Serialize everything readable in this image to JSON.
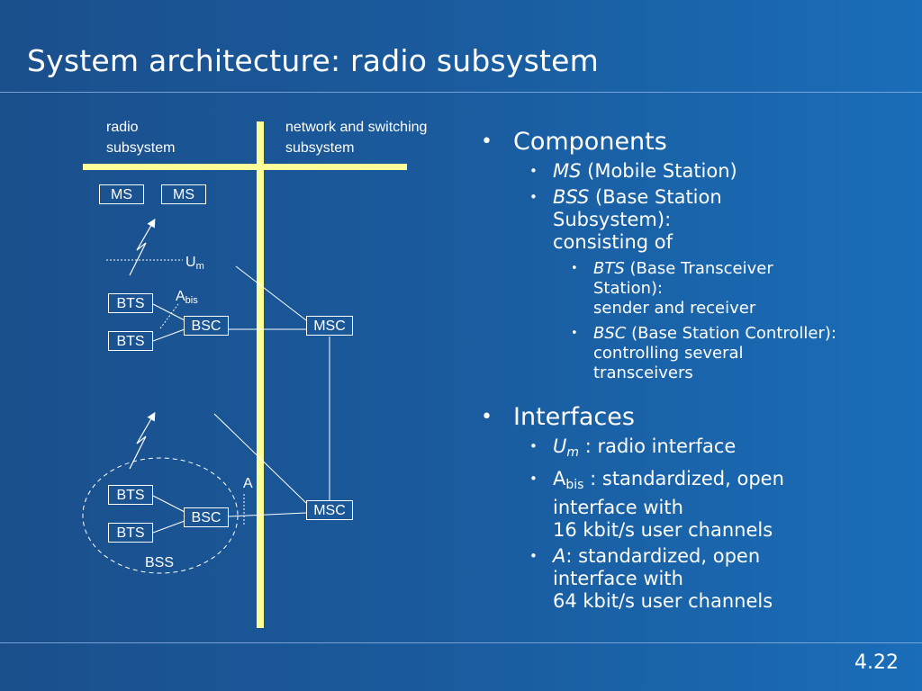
{
  "slide": {
    "title": "System architecture: radio subsystem",
    "page_number": "4.22"
  },
  "diagram": {
    "radio_label_1": "radio",
    "radio_label_2": "subsystem",
    "nss_label_1": "network and switching",
    "nss_label_2": "subsystem",
    "ms": "MS",
    "bts": "BTS",
    "bsc": "BSC",
    "msc": "MSC",
    "bss": "BSS",
    "um_base": "U",
    "um_sub": "m",
    "abis_base": "A",
    "abis_sub": "bis",
    "a": "A",
    "colors": {
      "bar": "#ffff99",
      "line": "#ffffff"
    }
  },
  "bullets": {
    "components": {
      "heading": "Components",
      "ms_term": "MS",
      "ms_desc": " (Mobile Station)",
      "bss_term": "BSS",
      "bss_desc_1": " (Base Station",
      "bss_desc_2": "Subsystem):",
      "bss_desc_3": "consisting of",
      "bts_term": "BTS",
      "bts_desc_1": " (Base Transceiver",
      "bts_desc_2": "Station):",
      "bts_desc_3": "sender and receiver",
      "bsc_term": "BSC",
      "bsc_desc_1": " (Base Station Controller):",
      "bsc_desc_2": "controlling several",
      "bsc_desc_3": "transceivers"
    },
    "interfaces": {
      "heading": "Interfaces",
      "um_base": "U",
      "um_sub": "m",
      "um_desc": " : radio interface",
      "abis_base": "A",
      "abis_sub": "bis",
      "abis_desc_1": " : standardized, open",
      "abis_desc_2": "interface with",
      "abis_desc_3": "16 kbit/s user channels",
      "a_term": "A",
      "a_desc_1": ": standardized, open",
      "a_desc_2": "interface with",
      "a_desc_3": "64 kbit/s user channels"
    }
  }
}
